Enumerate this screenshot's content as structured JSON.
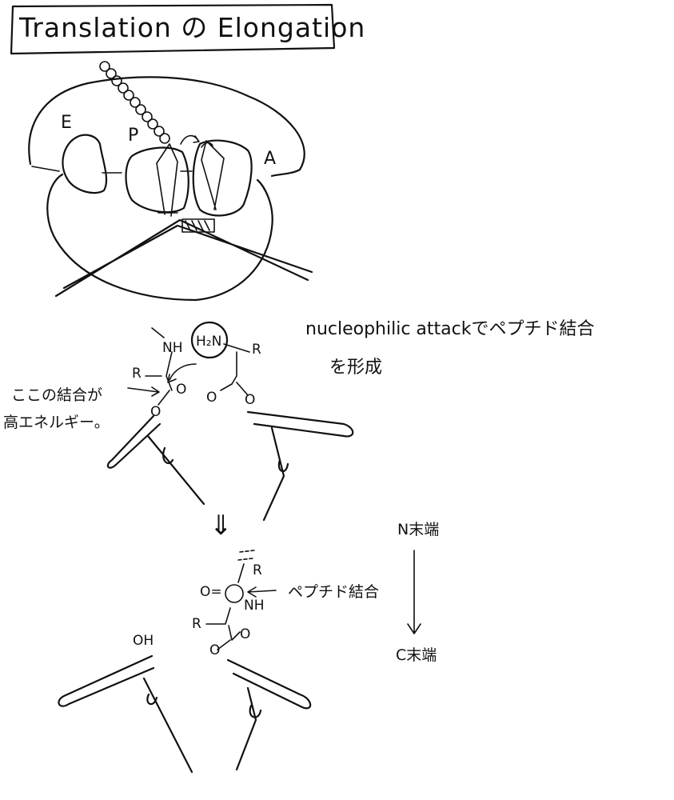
{
  "title": "Translation の Elongation",
  "ribosome": {
    "site_e": "E",
    "site_p": "P",
    "site_a": "A"
  },
  "top_molecule": {
    "nh": "NH",
    "h2n": "H₂N",
    "r_left": "R",
    "r_right": "R",
    "o_left_1": "O",
    "o_left_2": "O",
    "o_right_1": "O",
    "o_right_2": "O"
  },
  "notes": {
    "nucleophilic_line1": "nucleophilic attackでペプチド結合",
    "nucleophilic_line2": "を形成",
    "high_energy_line1": "ここの結合が",
    "high_energy_line2": "高エネルギー。"
  },
  "arrow_symbol": "⇓",
  "bottom_molecule": {
    "r_top": "R",
    "o_eq": "O=",
    "nh": "NH",
    "r_left": "R",
    "o_right": "O",
    "o_bottom": "O",
    "oh": "OH"
  },
  "peptide_label": "ペプチド結合",
  "direction": {
    "n_terminus": "N末端",
    "c_terminus": "C末端"
  }
}
